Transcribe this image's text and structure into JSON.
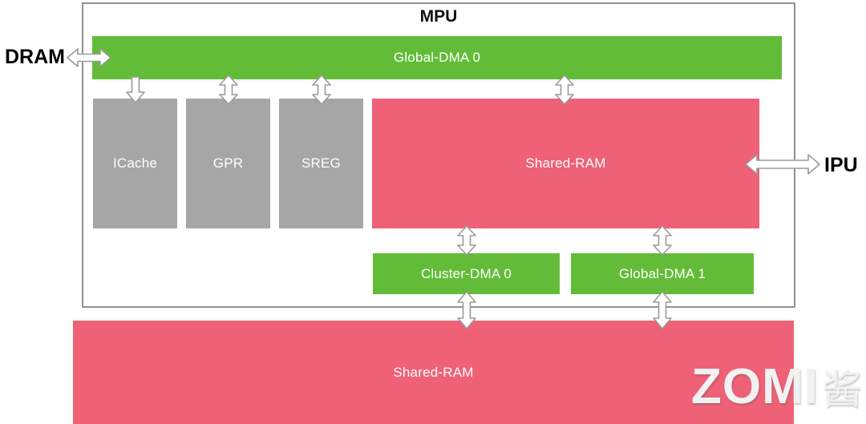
{
  "diagram": {
    "title": "MPU",
    "external_labels": [
      {
        "name": "dram",
        "text": "DRAM"
      },
      {
        "name": "ipu",
        "text": "IPU"
      }
    ],
    "blocks": [
      {
        "id": "global-dma-0",
        "label": "Global-DMA 0",
        "color": "#63bc38",
        "kind": "dma"
      },
      {
        "id": "icache",
        "label": "ICache",
        "color": "#a6a6a6",
        "kind": "memory"
      },
      {
        "id": "gpr",
        "label": "GPR",
        "color": "#a6a6a6",
        "kind": "register"
      },
      {
        "id": "sreg",
        "label": "SREG",
        "color": "#a6a6a6",
        "kind": "register"
      },
      {
        "id": "shared-ram-mpu",
        "label": "Shared-RAM",
        "color": "#ef6177",
        "kind": "memory"
      },
      {
        "id": "cluster-dma-0",
        "label": "Cluster-DMA 0",
        "color": "#63bc38",
        "kind": "dma"
      },
      {
        "id": "global-dma-1",
        "label": "Global-DMA 1",
        "color": "#63bc38",
        "kind": "dma"
      },
      {
        "id": "shared-ram-ext",
        "label": "Shared-RAM",
        "color": "#ef6177",
        "kind": "memory"
      }
    ],
    "connections": [
      {
        "from": "dram",
        "to": "global-dma-0",
        "style": "bidirectional",
        "orientation": "horizontal"
      },
      {
        "from": "global-dma-0",
        "to": "icache",
        "style": "unidirectional",
        "orientation": "vertical"
      },
      {
        "from": "global-dma-0",
        "to": "gpr",
        "style": "bidirectional",
        "orientation": "vertical"
      },
      {
        "from": "global-dma-0",
        "to": "sreg",
        "style": "bidirectional",
        "orientation": "vertical"
      },
      {
        "from": "global-dma-0",
        "to": "shared-ram-mpu",
        "style": "bidirectional",
        "orientation": "vertical"
      },
      {
        "from": "shared-ram-mpu",
        "to": "ipu",
        "style": "bidirectional",
        "orientation": "horizontal"
      },
      {
        "from": "shared-ram-mpu",
        "to": "cluster-dma-0",
        "style": "bidirectional",
        "orientation": "vertical"
      },
      {
        "from": "shared-ram-mpu",
        "to": "global-dma-1",
        "style": "bidirectional",
        "orientation": "vertical"
      },
      {
        "from": "cluster-dma-0",
        "to": "shared-ram-ext",
        "style": "bidirectional",
        "orientation": "vertical"
      },
      {
        "from": "global-dma-1",
        "to": "shared-ram-ext",
        "style": "bidirectional",
        "orientation": "vertical"
      }
    ],
    "colors": {
      "green": "#63bc38",
      "pink": "#ef6177",
      "gray": "#a6a6a6",
      "border": "#919191",
      "arrow_fill": "#ffffff",
      "arrow_stroke": "#9a9a9a",
      "background": "#ffffff",
      "title_text": "#111111",
      "block_text": "#ffffff"
    }
  },
  "watermark": {
    "latin": "ZOMI",
    "cjk": "酱"
  }
}
